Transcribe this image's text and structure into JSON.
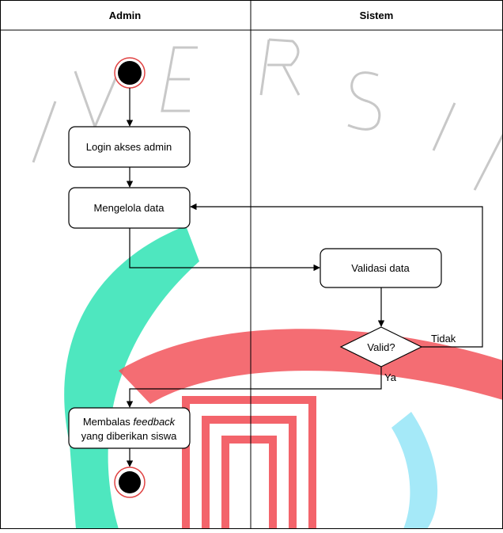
{
  "watermark": {
    "letters": [
      "I",
      "V",
      "E",
      "R",
      "S",
      "I",
      "T"
    ],
    "colors": {
      "letters": "#c8c8c8",
      "teal": "#2fe3b4",
      "red": "#f2545b",
      "cyan": "#8fe4f6"
    }
  },
  "swimlanes": [
    {
      "title": "Admin"
    },
    {
      "title": "Sistem"
    }
  ],
  "nodes": {
    "login": "Login akses admin",
    "kelola": "Mengelola data",
    "validasi": "Validasi data",
    "decision": "Valid?",
    "balas_line1_a": "Membalas ",
    "balas_line1_b": "feedback",
    "balas_line2": "yang diberikan siswa"
  },
  "edge_labels": {
    "tidak": "Tidak",
    "ya": "Ya"
  }
}
